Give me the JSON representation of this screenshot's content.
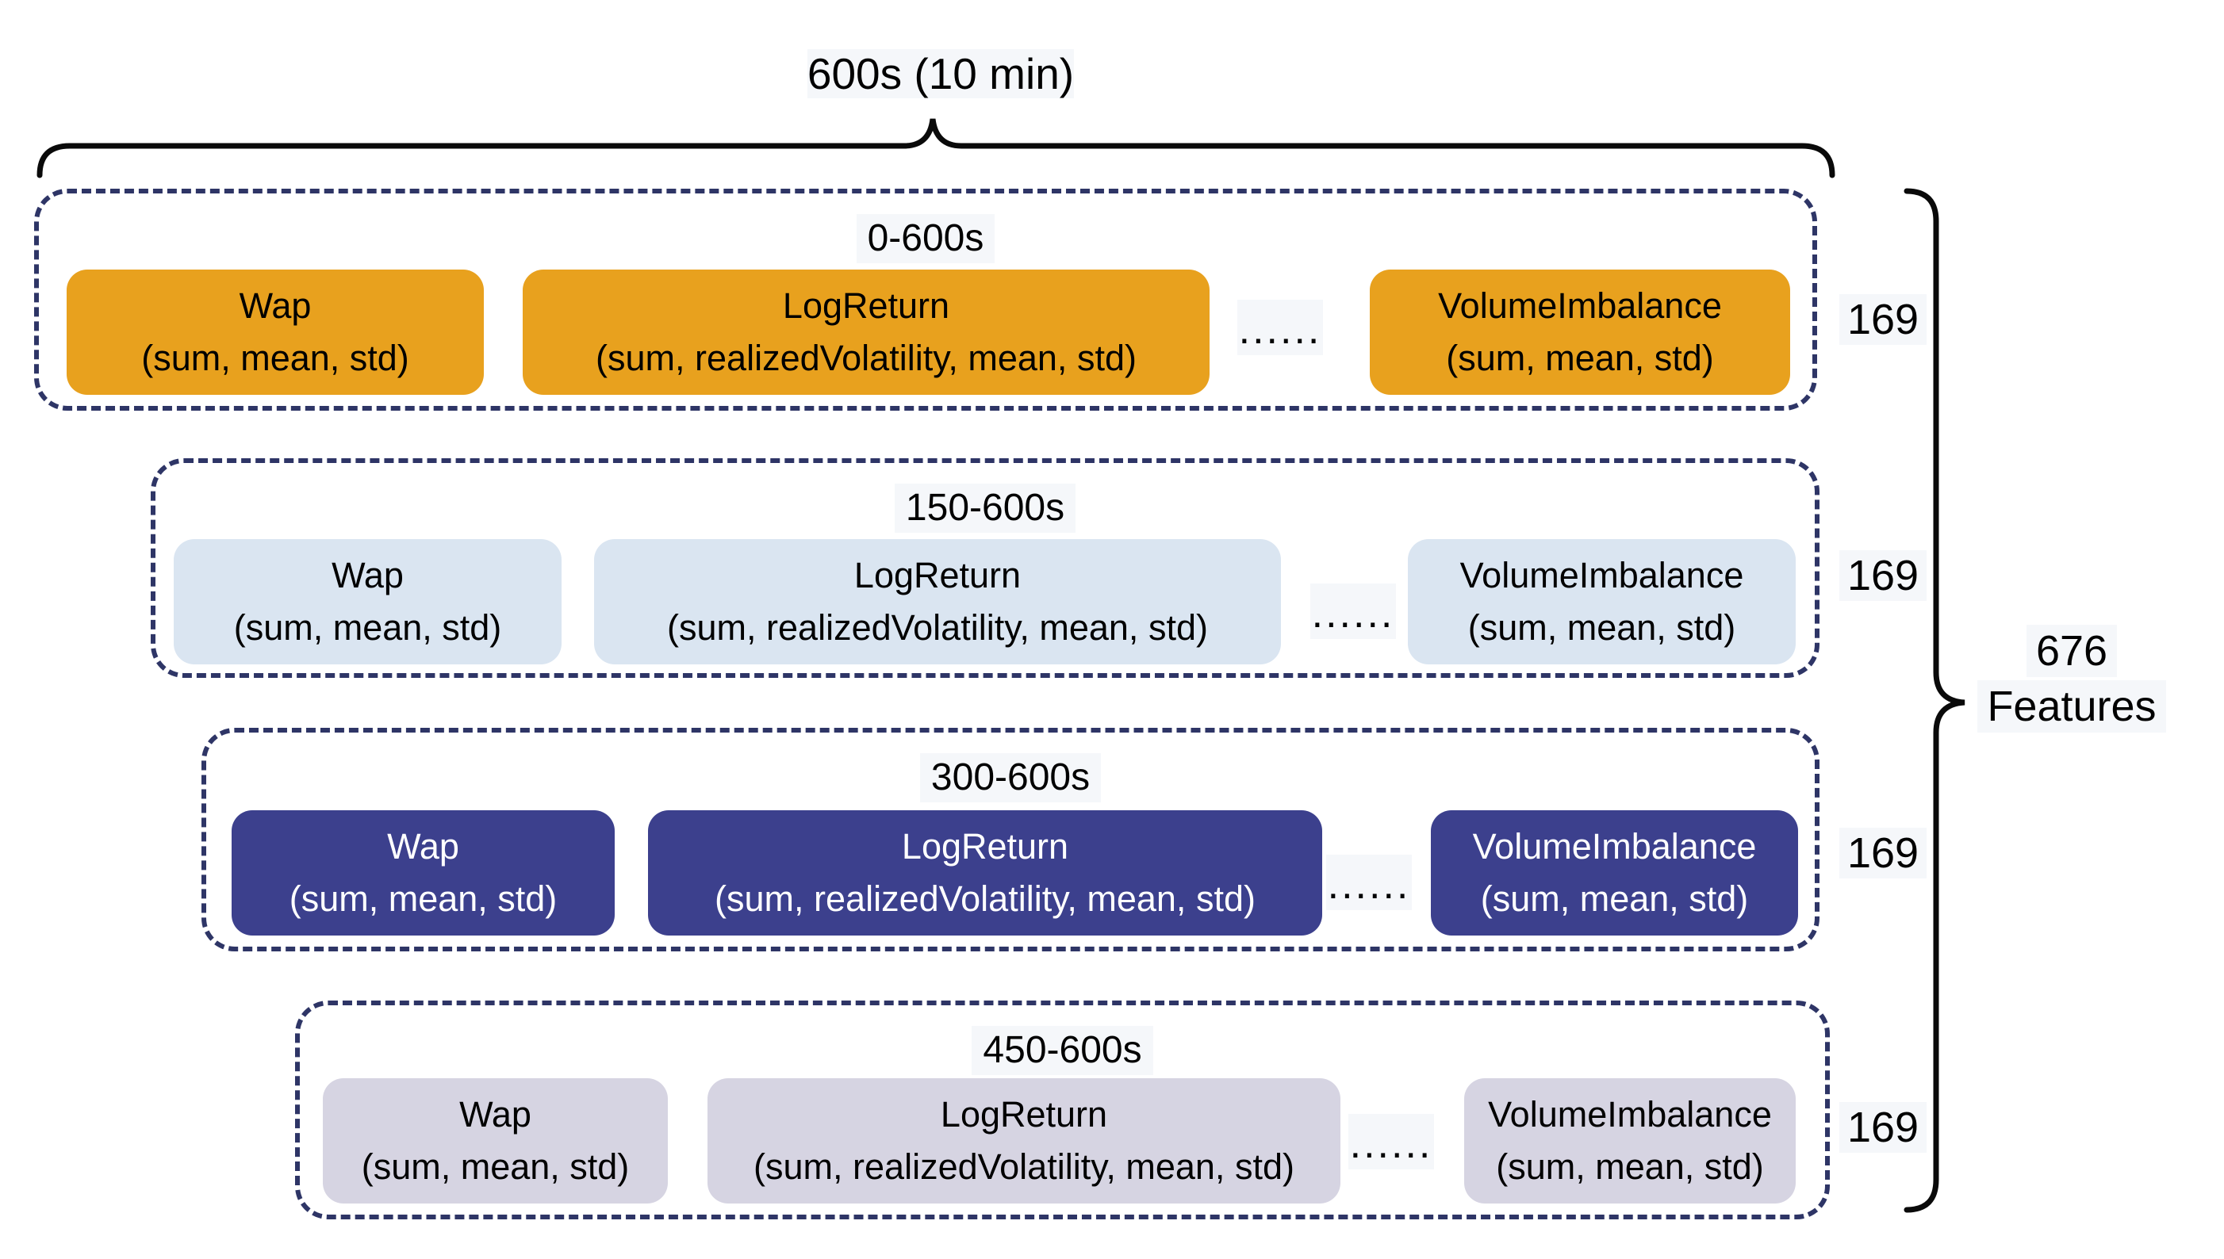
{
  "page": {
    "top_brace_label": "600s (10 min)",
    "total_label_line1": "676",
    "total_label_line2": "Features",
    "colors": {
      "dashed_border": "#2e3566",
      "brace": "#0a0a0a",
      "label_highlight": "#f5f7fa"
    }
  },
  "rows": [
    {
      "window": "0-600s",
      "feature_count": "169",
      "dots": "......",
      "box_color": "#e8a11e",
      "text_color": "#000000",
      "boxes": [
        {
          "title": "Wap",
          "subtitle": "(sum, mean, std)"
        },
        {
          "title": "LogReturn",
          "subtitle": "(sum, realizedVolatility, mean, std)"
        },
        {
          "title": "VolumeImbalance",
          "subtitle": "(sum, mean, std)"
        }
      ]
    },
    {
      "window": "150-600s",
      "feature_count": "169",
      "dots": "......",
      "box_color": "#dae5f1",
      "text_color": "#000000",
      "boxes": [
        {
          "title": "Wap",
          "subtitle": "(sum, mean, std)"
        },
        {
          "title": "LogReturn",
          "subtitle": "(sum, realizedVolatility, mean, std)"
        },
        {
          "title": "VolumeImbalance",
          "subtitle": "(sum, mean, std)"
        }
      ]
    },
    {
      "window": "300-600s",
      "feature_count": "169",
      "dots": "......",
      "box_color": "#3c408d",
      "text_color": "#ffffff",
      "boxes": [
        {
          "title": "Wap",
          "subtitle": "(sum, mean, std)"
        },
        {
          "title": "LogReturn",
          "subtitle": "(sum, realizedVolatility, mean, std)"
        },
        {
          "title": "VolumeImbalance",
          "subtitle": "(sum, mean, std)"
        }
      ]
    },
    {
      "window": "450-600s",
      "feature_count": "169",
      "dots": "......",
      "box_color": "#d6d4e2",
      "text_color": "#000000",
      "boxes": [
        {
          "title": "Wap",
          "subtitle": "(sum, mean, std)"
        },
        {
          "title": "LogReturn",
          "subtitle": "(sum, realizedVolatility, mean, std)"
        },
        {
          "title": "VolumeImbalance",
          "subtitle": "(sum, mean, std)"
        }
      ]
    }
  ]
}
